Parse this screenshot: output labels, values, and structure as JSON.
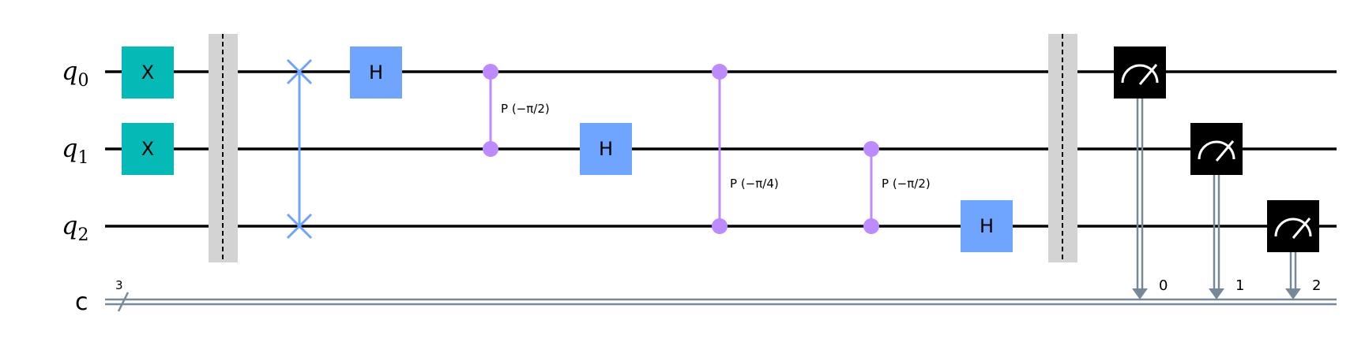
{
  "wires": {
    "qubits": [
      {
        "name": "q",
        "index": "0"
      },
      {
        "name": "q",
        "index": "1"
      },
      {
        "name": "q",
        "index": "2"
      }
    ],
    "classical": {
      "name": "c",
      "size": "3"
    }
  },
  "gates": {
    "x0": "X",
    "x1": "X",
    "h0": "H",
    "h1": "H",
    "h2": "H"
  },
  "phases": {
    "cp1": "P (−π/2)",
    "cp2": "P (−π/4)",
    "cp3": "P (−π/2)"
  },
  "measurements": {
    "bits": [
      "0",
      "1",
      "2"
    ]
  },
  "colors": {
    "x_gate": "#05bab6",
    "h_gate": "#6fa4ff",
    "swap": "#6fa4ff",
    "cphase": "#bb8bff",
    "barrier": "#d3d3d3",
    "measure": "#000000",
    "classical": "#778899",
    "wire": "#000000"
  }
}
